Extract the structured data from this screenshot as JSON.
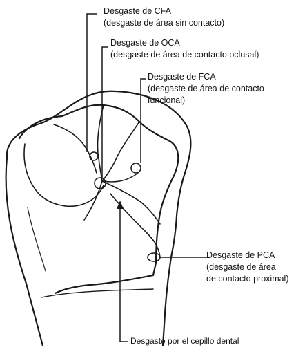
{
  "labels": {
    "cfa": {
      "title": "Desgaste de CFA",
      "detail": [
        "(desgaste de área sin contacto)"
      ]
    },
    "oca": {
      "title": "Desgaste de OCA",
      "detail": [
        "(desgaste de área de contacto oclusal)"
      ]
    },
    "fca": {
      "title": "Desgaste de FCA",
      "detail": [
        "(desgaste de área de contacto",
        "funcional)"
      ]
    },
    "pca": {
      "title": "Desgaste de PCA",
      "detail": [
        "(desgaste de área",
        "de contacto proximal)"
      ]
    },
    "brush": {
      "title": "Desgaste por el cepillo dental"
    }
  }
}
